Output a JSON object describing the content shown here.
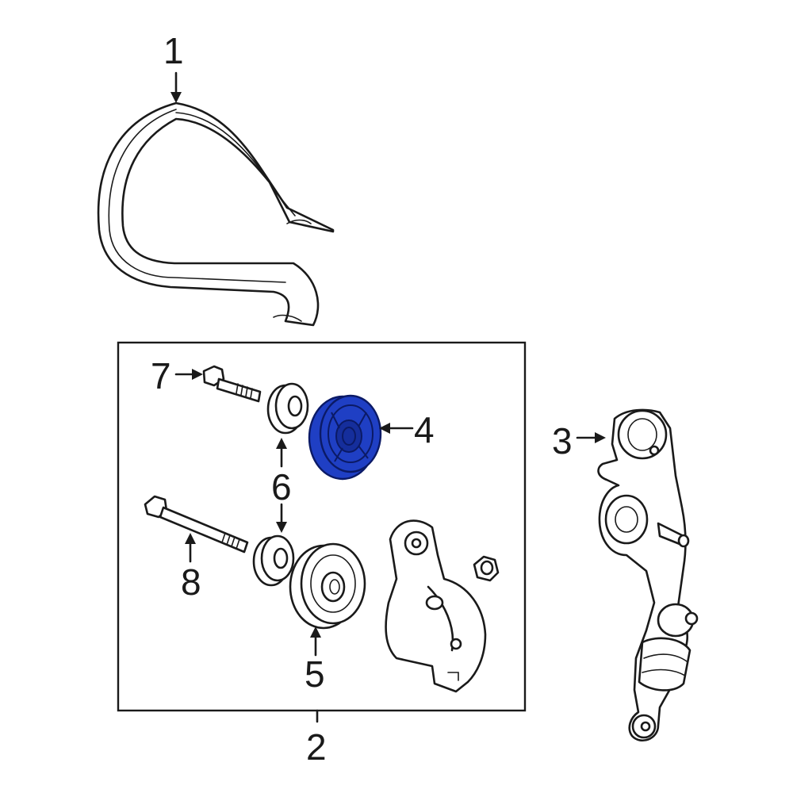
{
  "highlight_color": "#1f3fc4",
  "callouts": [
    {
      "id": "1",
      "text": "1"
    },
    {
      "id": "2",
      "text": "2"
    },
    {
      "id": "3",
      "text": "3"
    },
    {
      "id": "4",
      "text": "4"
    },
    {
      "id": "5",
      "text": "5"
    },
    {
      "id": "6",
      "text": "6"
    },
    {
      "id": "7",
      "text": "7"
    },
    {
      "id": "8",
      "text": "8"
    }
  ],
  "parts": {
    "belt": "serpentine-belt",
    "tensioner_kit_box": "tensioner-kit",
    "tensioner_bracket": "tensioner-bracket-assembly",
    "idler_pulley_upper": "idler-pulley",
    "idler_pulley_lower": "idler-pulley",
    "spacers": "spacer",
    "bolt_short": "bolt",
    "bolt_long": "bolt",
    "tensioner": "tensioner",
    "nut": "nut"
  }
}
